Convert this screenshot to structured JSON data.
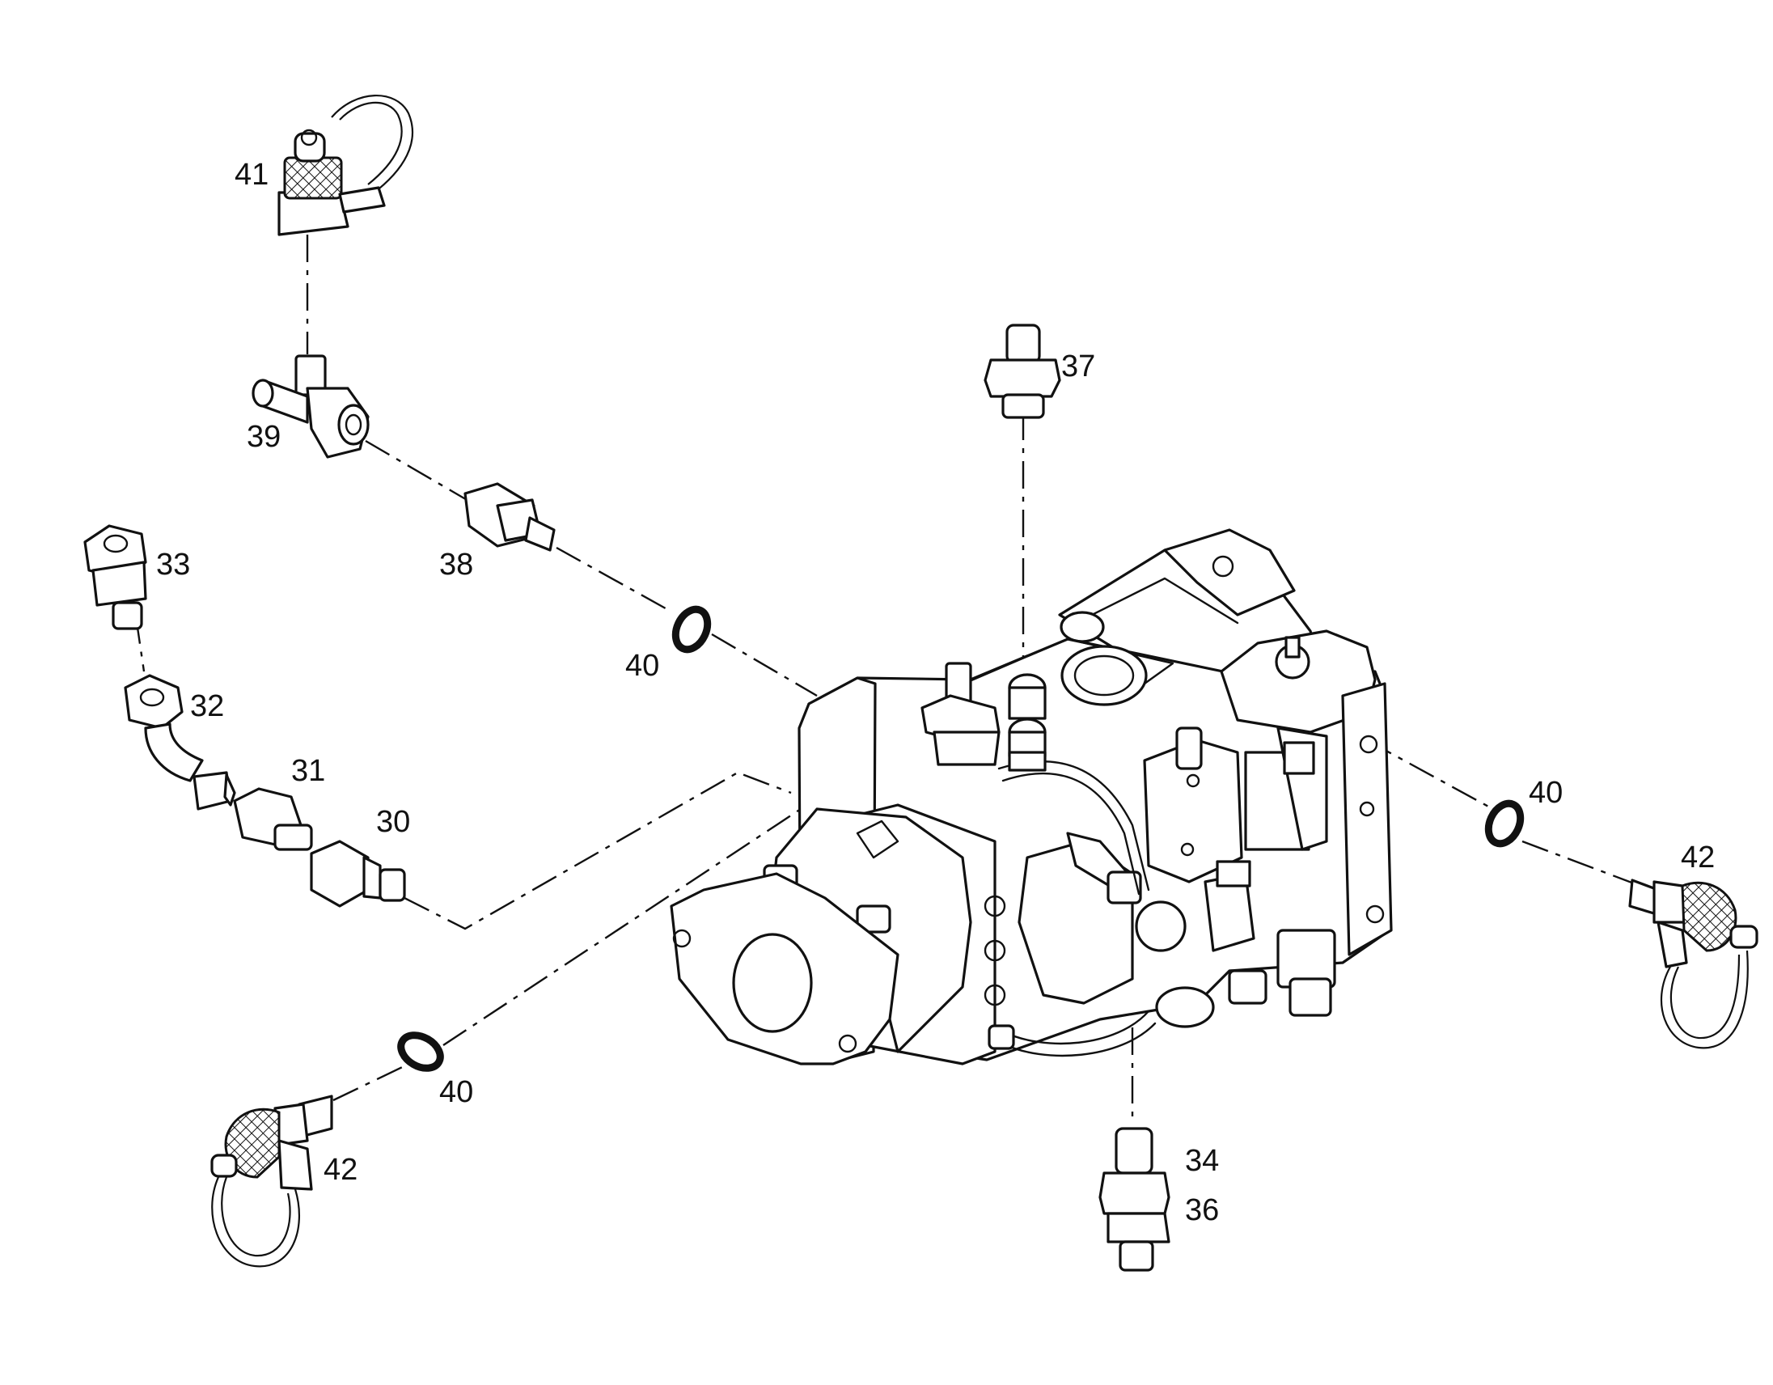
{
  "callouts": {
    "c30": "30",
    "c31": "31",
    "c32": "32",
    "c33": "33",
    "c34": "34",
    "c36": "36",
    "c37": "37",
    "c38": "38",
    "c39": "39",
    "c40a": "40",
    "c40b": "40",
    "c40c": "40",
    "c41": "41",
    "c42a": "42",
    "c42b": "42"
  }
}
